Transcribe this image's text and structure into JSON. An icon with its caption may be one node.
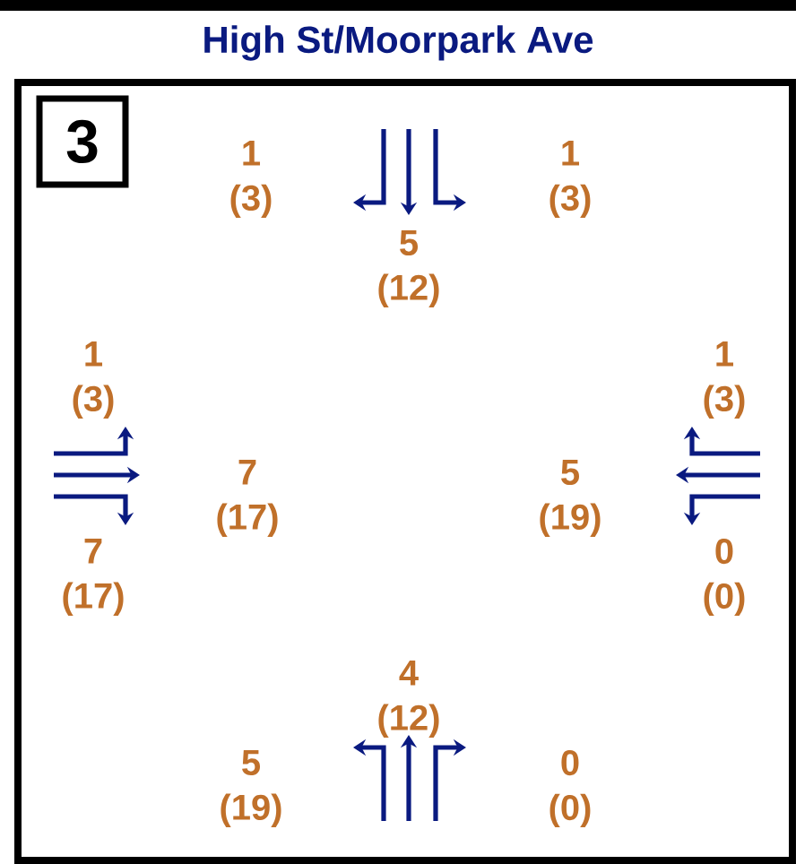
{
  "diagram": {
    "title": "High St/Moorpark Ave",
    "nodes": [
      {
        "text": [
          "3"
        ]
      }
    ],
    "labels": [
      "1 (3)",
      "1 (3)",
      "5 (12)",
      "1 (3)",
      "1 (3)",
      "7 (17)",
      "5 (19)",
      "7 (17)",
      "0 (0)",
      "4 (12)",
      "5 (19)",
      "0 (0)"
    ]
  }
}
